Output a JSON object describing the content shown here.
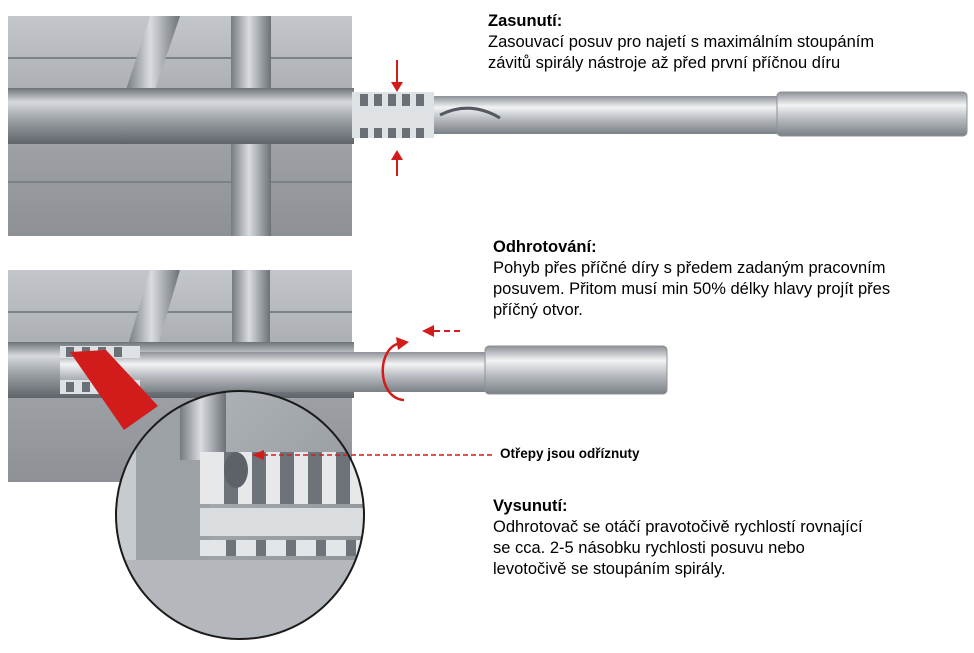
{
  "steps": [
    {
      "title": "Zasunutí:",
      "line1": "Zasouvací posuv pro najetí s maximálním stoupáním",
      "line2": "závitů spirály nástroje až před první příčnou díru"
    },
    {
      "title": "Odhrotování:",
      "line1": "Pohyb přes příčné díry s předem zadaným pracovním",
      "line2": "posuvem. Přitom musí min 50% délky hlavy projít přes",
      "line3": "příčný otvor."
    },
    {
      "title": "Vysunutí:",
      "line1": "Odhrotovač se otáčí pravotočivě rychlostí rovnající",
      "line2": "se cca. 2-5 násobku rychlosti posuvu nebo",
      "line3": "levotočivě se stoupáním spirály."
    }
  ],
  "callout": {
    "label": "Otřepy jsou odříznuty"
  },
  "colors": {
    "arrow_red": "#d21c1c",
    "steel_light": "#e6e8ea",
    "steel_dark": "#8a8f95",
    "block_bg": "#a9adb2"
  }
}
